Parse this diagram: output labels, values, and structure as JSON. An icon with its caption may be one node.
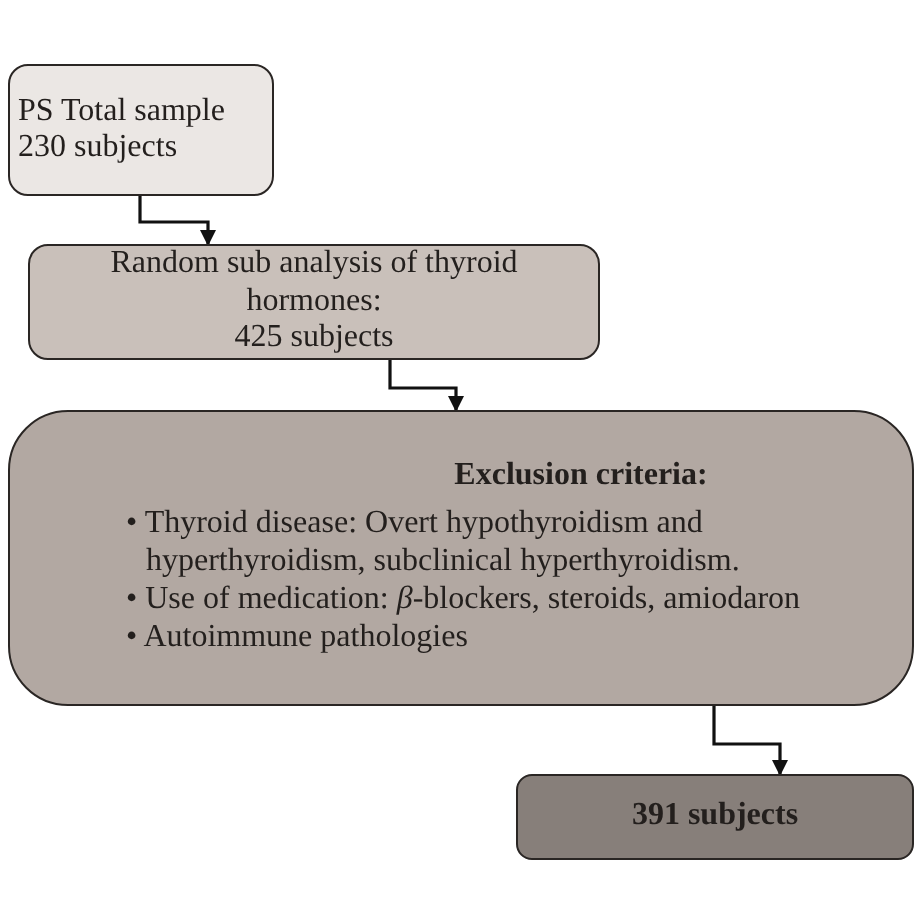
{
  "diagram": {
    "nodes": [
      {
        "text": [
          "PS Total sample 230 subjects"
        ]
      },
      {
        "text": [
          "Random sub analysis of thyroid hormones:",
          "425 subjects"
        ]
      },
      {
        "text": [
          "Exclusion criteria:",
          "• Thyroid disease: Overt hypothyroidism and hyperthyroidism, subclinical hyperthyroidism.",
          "• Use of medication: *β*-blockers, steroids, amiodaron",
          "• Autoimmune pathologies"
        ]
      },
      {
        "text": [
          "391 subjects"
        ]
      }
    ],
    "edges": [
      {
        "from": 0,
        "to": 1,
        "arrow": "to"
      },
      {
        "from": 1,
        "to": 2,
        "arrow": "to"
      },
      {
        "from": 2,
        "to": 3,
        "arrow": "to"
      }
    ]
  }
}
